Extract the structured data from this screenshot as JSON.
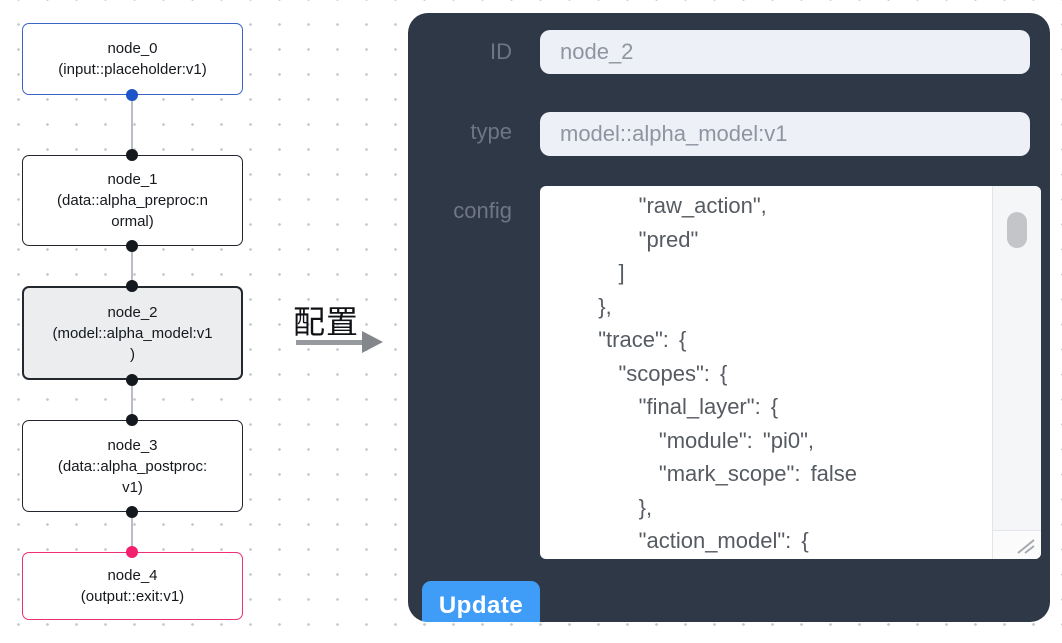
{
  "canvas": {
    "nodes": [
      {
        "name": "node_0",
        "lines": [
          "node_0",
          "(input::placeholder:v1)"
        ],
        "selected": false
      },
      {
        "name": "node_1",
        "lines": [
          "node_1",
          "(data::alpha_preproc:n",
          "ormal)"
        ],
        "selected": false
      },
      {
        "name": "node_2",
        "lines": [
          "node_2",
          "(model::alpha_model:v1",
          ")"
        ],
        "selected": true
      },
      {
        "name": "node_3",
        "lines": [
          "node_3",
          "(data::alpha_postproc:",
          "v1)"
        ],
        "selected": false
      },
      {
        "name": "node_4",
        "lines": [
          "node_4",
          "(output::exit:v1)"
        ],
        "selected": false
      }
    ]
  },
  "transition": {
    "label": "配置"
  },
  "panel": {
    "id_label": "ID",
    "id_value": "node_2",
    "type_label": "type",
    "type_value": "model::alpha_model:v1",
    "config_label": "config",
    "config_text": "      \"raw_action\",\n      \"pred\"\n    ]\n  },\n  \"trace\": {\n    \"scopes\": {\n      \"final_layer\": {\n        \"module\": \"pi0\",\n        \"mark_scope\": false\n      },\n      \"action_model\": {",
    "update_label": "Update"
  },
  "colors": {
    "panel_bg": "#2e3847",
    "input_node_border": "#3a65c5",
    "output_node_border": "#ee2e75",
    "default_node_border": "#22272e",
    "selected_node_bg": "#ebedee",
    "port_blue": "#1d55c9",
    "port_black": "#14181f",
    "port_pink": "#f2206f",
    "field_bg": "#edf0f7",
    "update_button_bg": "#3f9cf7"
  }
}
